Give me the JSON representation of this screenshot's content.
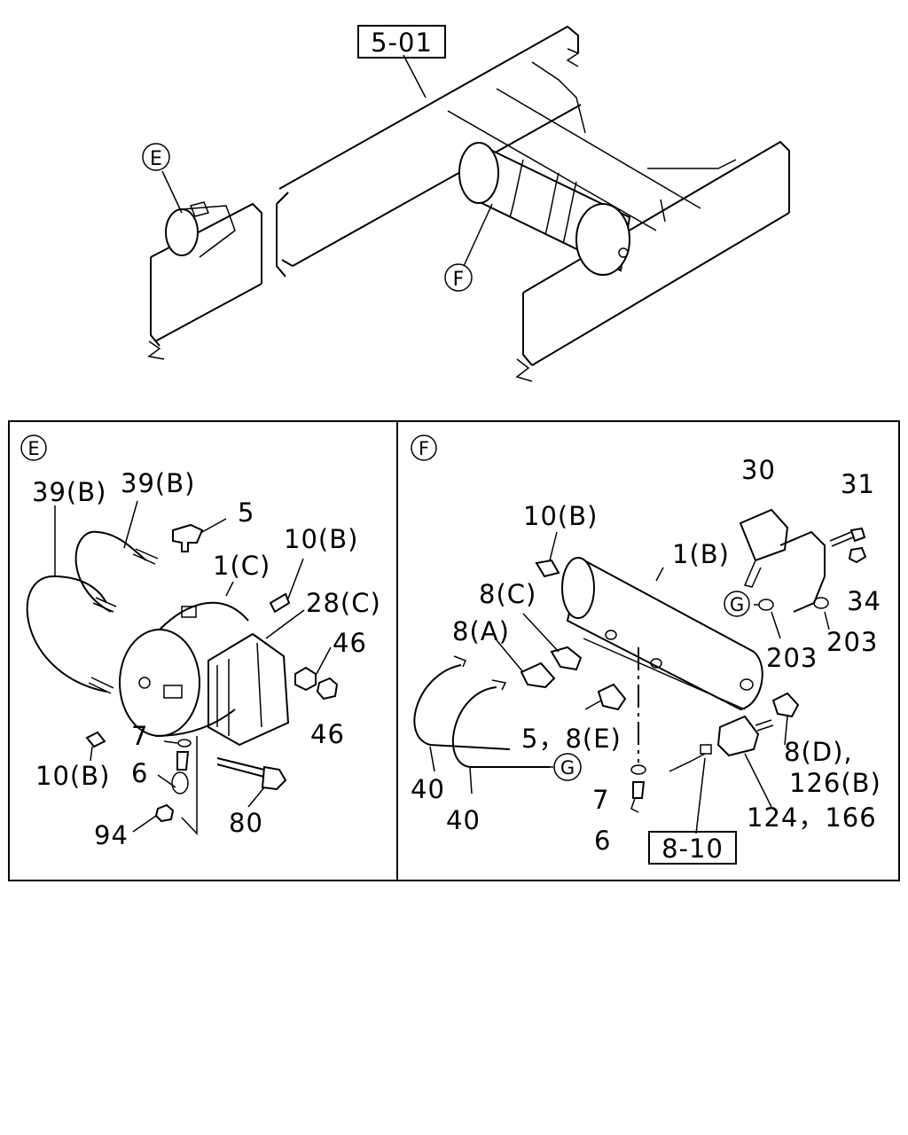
{
  "overview": {
    "ref_box": "5-01",
    "callout_e": "E",
    "callout_f": "F"
  },
  "panel_e": {
    "marker": "E",
    "labels": {
      "l39b_a": "39(B)",
      "l39b_b": "39(B)",
      "l5": "5",
      "l10b_top": "10(B)",
      "l1c": "1(C)",
      "l28c": "28(C)",
      "l46_a": "46",
      "l46_b": "46",
      "l7": "7",
      "l6": "6",
      "l10b_bot": "10(B)",
      "l80": "80",
      "l94": "94"
    }
  },
  "panel_f": {
    "marker": "F",
    "marker_g_a": "G",
    "marker_g_b": "G",
    "ref_box": "8-10",
    "labels": {
      "l30": "30",
      "l31": "31",
      "l10b": "10(B)",
      "l1b": "1(B)",
      "l34": "34",
      "l8c": "8(C)",
      "l8a": "8(A)",
      "l203_a": "203",
      "l203_b": "203",
      "l5_8e": "5，8(E)",
      "l8d": "8(D),",
      "l126b": "126(B)",
      "l40_a": "40",
      "l40_b": "40",
      "l7": "7",
      "l124_166": "124，166",
      "l6": "6"
    }
  }
}
